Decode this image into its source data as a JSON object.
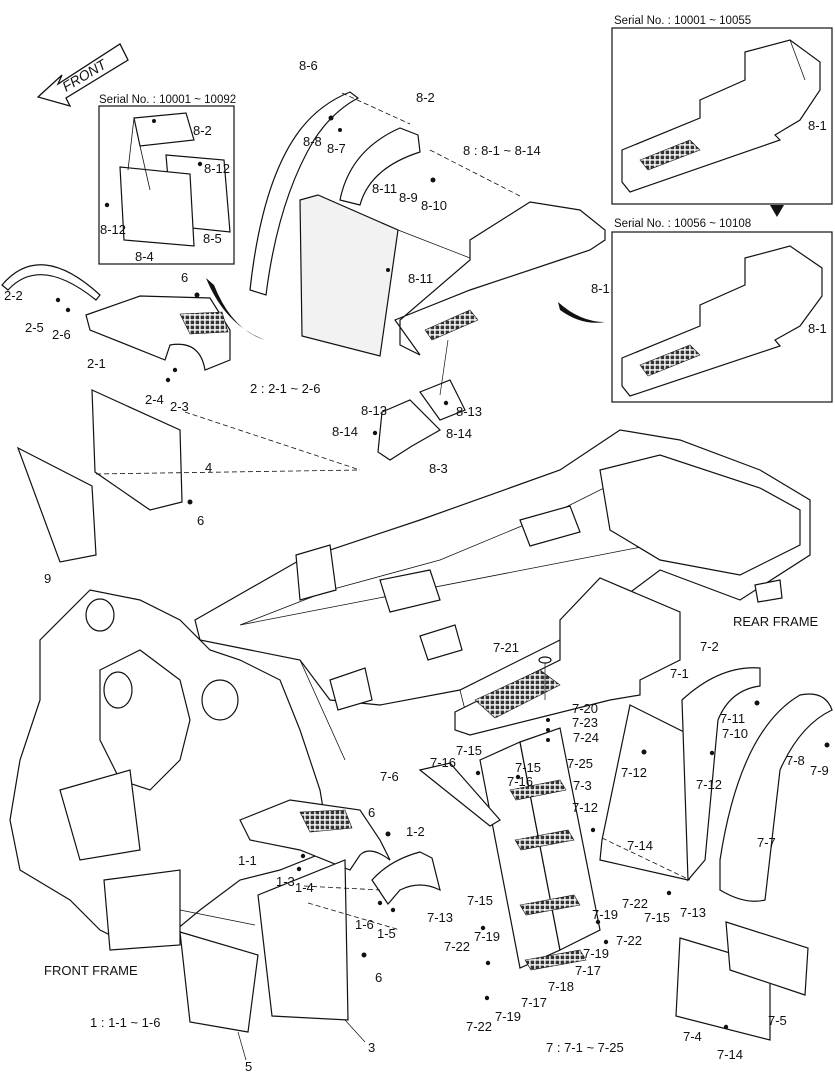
{
  "diagram": {
    "front_arrow": "FRONT",
    "frame_labels": {
      "rear": "REAR FRAME",
      "front": "FRONT FRAME"
    },
    "serials": {
      "inset_8": "Serial No. : 10001 ~ 10092",
      "inset_8_1a": "Serial No. : 10001 ~ 10055",
      "inset_8_1b": "Serial No. : 10056 ~ 10108"
    },
    "groups": {
      "g1": "1 : 1-1 ~ 1-6",
      "g2": "2 : 2-1 ~ 2-6",
      "g7": "7 : 7-1 ~ 7-25",
      "g8": "8 : 8-1 ~ 8-14"
    },
    "callout_text": {
      "p8_6": "8-6",
      "p8_2": "8-2",
      "p8_8": "8-8",
      "p8_7": "8-7",
      "p8_11": "8-11",
      "p8_9": "8-9",
      "p8_10": "8-10",
      "p8_1": "8-1",
      "p8_13": "8-13",
      "p8_14": "8-14",
      "p8_3": "8-3",
      "p8_12": "8-12",
      "p8_5": "8-5",
      "p8_4": "8-4",
      "p2_2": "2-2",
      "p2_5": "2-5",
      "p2_6": "2-6",
      "p2_1": "2-1",
      "p2_4": "2-4",
      "p2_3": "2-3",
      "p6": "6",
      "p4": "4",
      "p9": "9",
      "p7_21": "7-21",
      "p7_1": "7-1",
      "p7_2": "7-2",
      "p7_20": "7-20",
      "p7_23": "7-23",
      "p7_24": "7-24",
      "p7_25": "7-25",
      "p7_15": "7-15",
      "p7_16": "7-16",
      "p7_6": "7-6",
      "p7_3": "7-3",
      "p7_12": "7-12",
      "p7_11": "7-11",
      "p7_10": "7-10",
      "p7_8": "7-8",
      "p7_9": "7-9",
      "p7_7": "7-7",
      "p7_14": "7-14",
      "p7_22": "7-22",
      "p7_13": "7-13",
      "p7_19": "7-19",
      "p7_17": "7-17",
      "p7_18": "7-18",
      "p7_4": "7-4",
      "p7_5": "7-5",
      "p1_1": "1-1",
      "p1_2": "1-2",
      "p1_3": "1-3",
      "p1_4": "1-4",
      "p1_5": "1-5",
      "p1_6": "1-6",
      "p3": "3",
      "p5": "5"
    }
  }
}
